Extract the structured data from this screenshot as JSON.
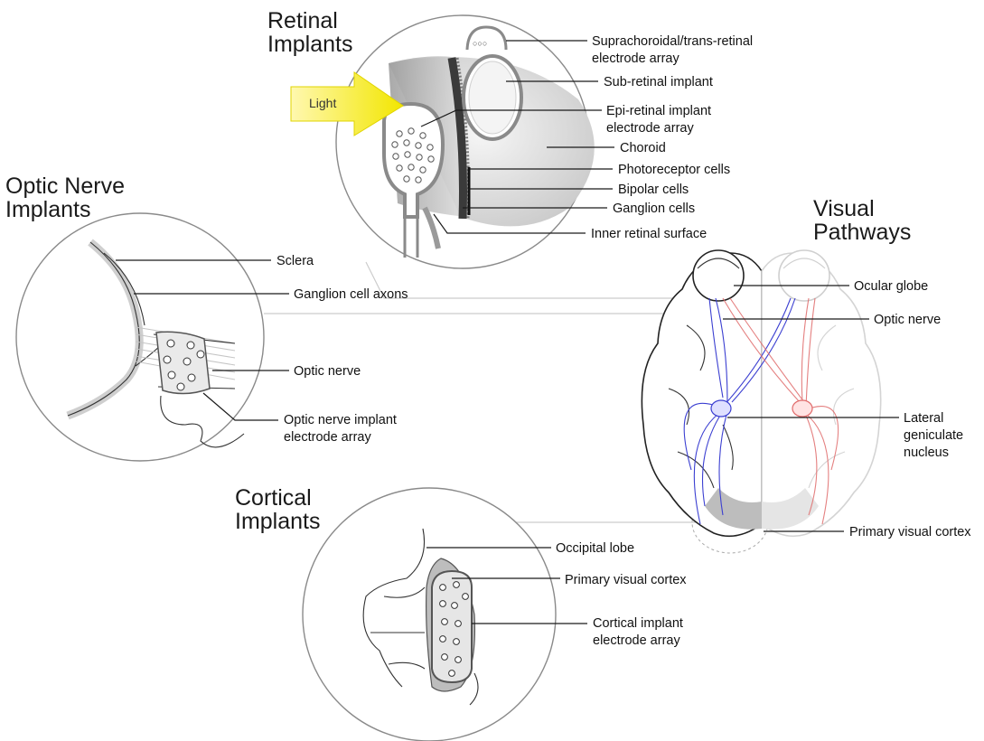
{
  "sections": {
    "retinal": {
      "title_line1": "Retinal",
      "title_line2": "Implants",
      "light": "Light",
      "labels": [
        "Suprachoroidal/trans-retinal",
        "electrode array",
        "Sub-retinal implant",
        "Epi-retinal implant",
        "electrode array",
        "Choroid",
        "Photoreceptor cells",
        "Bipolar cells",
        "Ganglion cells",
        "Inner retinal surface"
      ]
    },
    "optic": {
      "title_line1": "Optic Nerve",
      "title_line2": "Implants",
      "labels": [
        "Sclera",
        "Ganglion cell axons",
        "Optic nerve",
        "Optic nerve implant",
        "electrode array"
      ]
    },
    "visual": {
      "title_line1": "Visual",
      "title_line2": "Pathways",
      "labels": [
        "Ocular globe",
        "Optic nerve",
        "Lateral",
        "geniculate",
        "nucleus",
        "Primary visual cortex"
      ]
    },
    "cortical": {
      "title_line1": "Cortical",
      "title_line2": "Implants",
      "labels": [
        "Occipital lobe",
        "Primary visual cortex",
        "Cortical implant",
        "electrode array"
      ]
    }
  },
  "colors": {
    "light_arrow": "#f2e600",
    "left_pathway": "#3b3fd1",
    "right_pathway": "#e06a6a",
    "retina_dark": "#3a3a3a",
    "electrode_fill": "#e6e6e6"
  }
}
